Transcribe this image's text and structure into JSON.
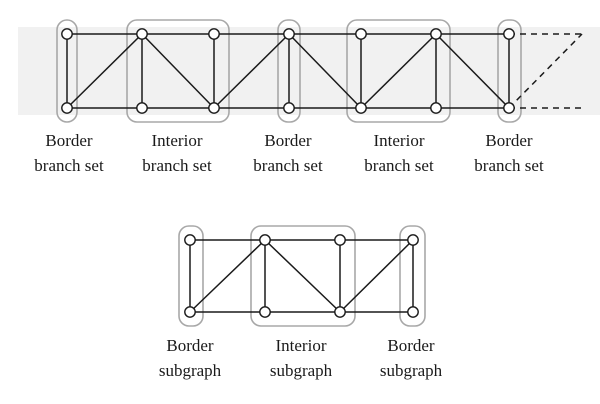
{
  "diagram": {
    "top_strip_labels": [
      {
        "line1": "Border",
        "line2": "branch set"
      },
      {
        "line1": "Interior",
        "line2": "branch set"
      },
      {
        "line1": "Border",
        "line2": "branch set"
      },
      {
        "line1": "Interior",
        "line2": "branch set"
      },
      {
        "line1": "Border",
        "line2": "branch set"
      }
    ],
    "bottom_graph_labels": [
      {
        "line1": "Border",
        "line2": "subgraph"
      },
      {
        "line1": "Interior",
        "line2": "subgraph"
      },
      {
        "line1": "Border",
        "line2": "subgraph"
      }
    ],
    "colors": {
      "edge": "#1a1a1a",
      "node_fill": "#ffffff",
      "group_outline": "#a8a8a8",
      "band": "#f1f1f1"
    }
  }
}
